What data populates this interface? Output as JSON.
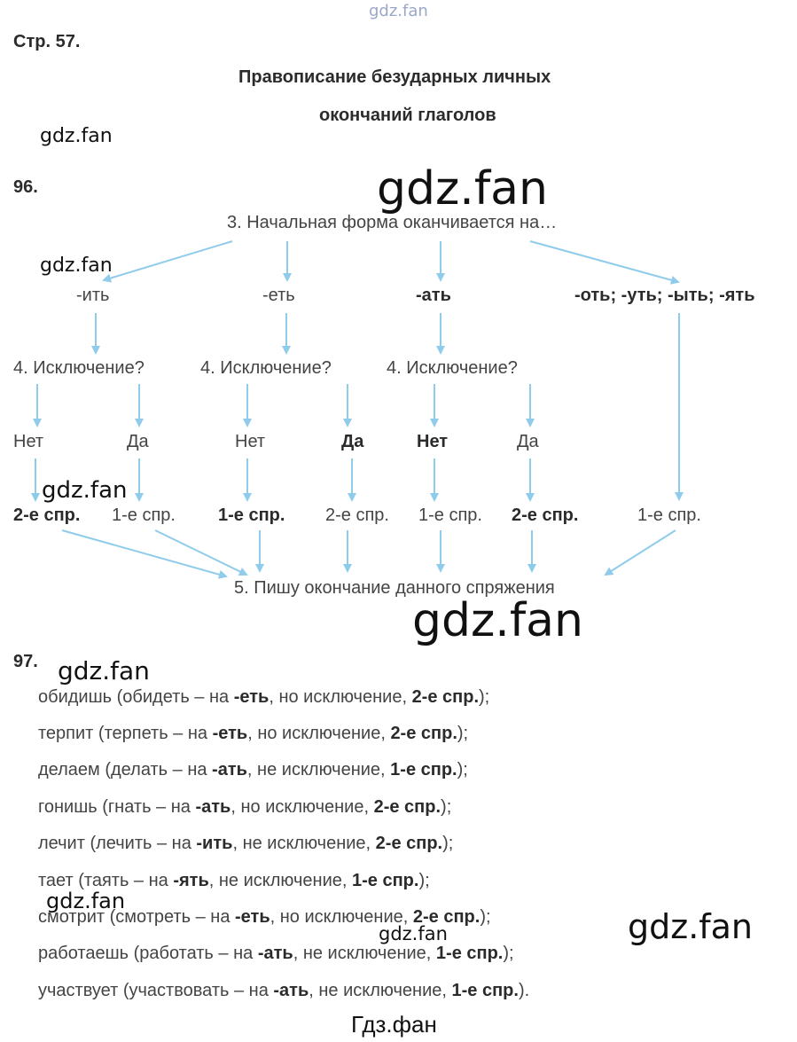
{
  "page_label": "Стр. 57.",
  "title_line1": "Правописание безударных личных",
  "title_line2": "окончаний глаголов",
  "task96_label": "96.",
  "task97_label": "97.",
  "diagram": {
    "start": "3. Начальная форма оканчивается на…",
    "endings": [
      "-ить",
      "-еть",
      "-ать",
      "-оть; -уть; -ыть; -ять"
    ],
    "exception": "4. Исключение?",
    "no": "Нет",
    "yes": "Да",
    "conj1": "1-е спр.",
    "conj2": "2-е спр.",
    "result": "5. Пишу окончание данного спряжения"
  },
  "task97_lines": [
    {
      "word": "обидишь",
      "infinitive": "обидеть",
      "ending": "-еть",
      "exception": "но исключение",
      "conj": "2-е спр.",
      "end": ");"
    },
    {
      "word": "терпит",
      "infinitive": "терпеть",
      "ending": "-еть",
      "exception": "но исключение",
      "conj": "2-е спр.",
      "end": ");"
    },
    {
      "word": "делаем",
      "infinitive": "делать",
      "ending": "-ать",
      "exception": "не исключение",
      "conj": "1-е спр.",
      "end": ");"
    },
    {
      "word": "гонишь",
      "infinitive": "гнать",
      "ending": "-ать",
      "exception": "но исключение",
      "conj": "2-е спр.",
      "end": ");"
    },
    {
      "word": "лечит",
      "infinitive": "лечить",
      "ending": "-ить",
      "exception": "не исключение",
      "conj": "2-е спр.",
      "end": ");"
    },
    {
      "word": "тает",
      "infinitive": "таять",
      "ending": "-ять",
      "exception": "не исключение",
      "conj": "1-е спр.",
      "end": ");"
    },
    {
      "word": "смотрит",
      "infinitive": "смотреть",
      "ending": "-еть",
      "exception": "но исключение",
      "conj": "2-е спр.",
      "end": ");"
    },
    {
      "word": "работаешь",
      "infinitive": "работать",
      "ending": "-ать",
      "exception": "не исключение",
      "conj": "1-е спр.",
      "end": ");"
    },
    {
      "word": "участвует",
      "infinitive": "участвовать",
      "ending": "-ать",
      "exception": "не исключение",
      "conj": "1-е спр.",
      "end": ")."
    }
  ],
  "watermark": "gdz.fan",
  "footer_watermark": "Гдз.фан",
  "colors": {
    "arrow": "#8fcbea",
    "text": "#444444",
    "bold": "#2b2b2b"
  }
}
